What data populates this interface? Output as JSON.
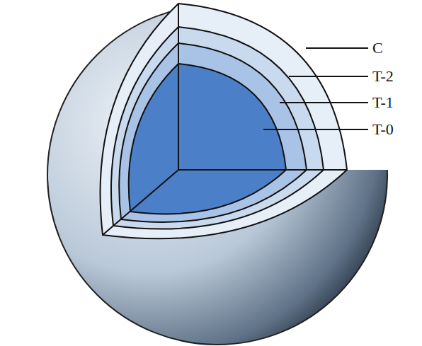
{
  "diagram": {
    "labels": [
      "C",
      "T-2",
      "T-1",
      "T-0"
    ]
  }
}
